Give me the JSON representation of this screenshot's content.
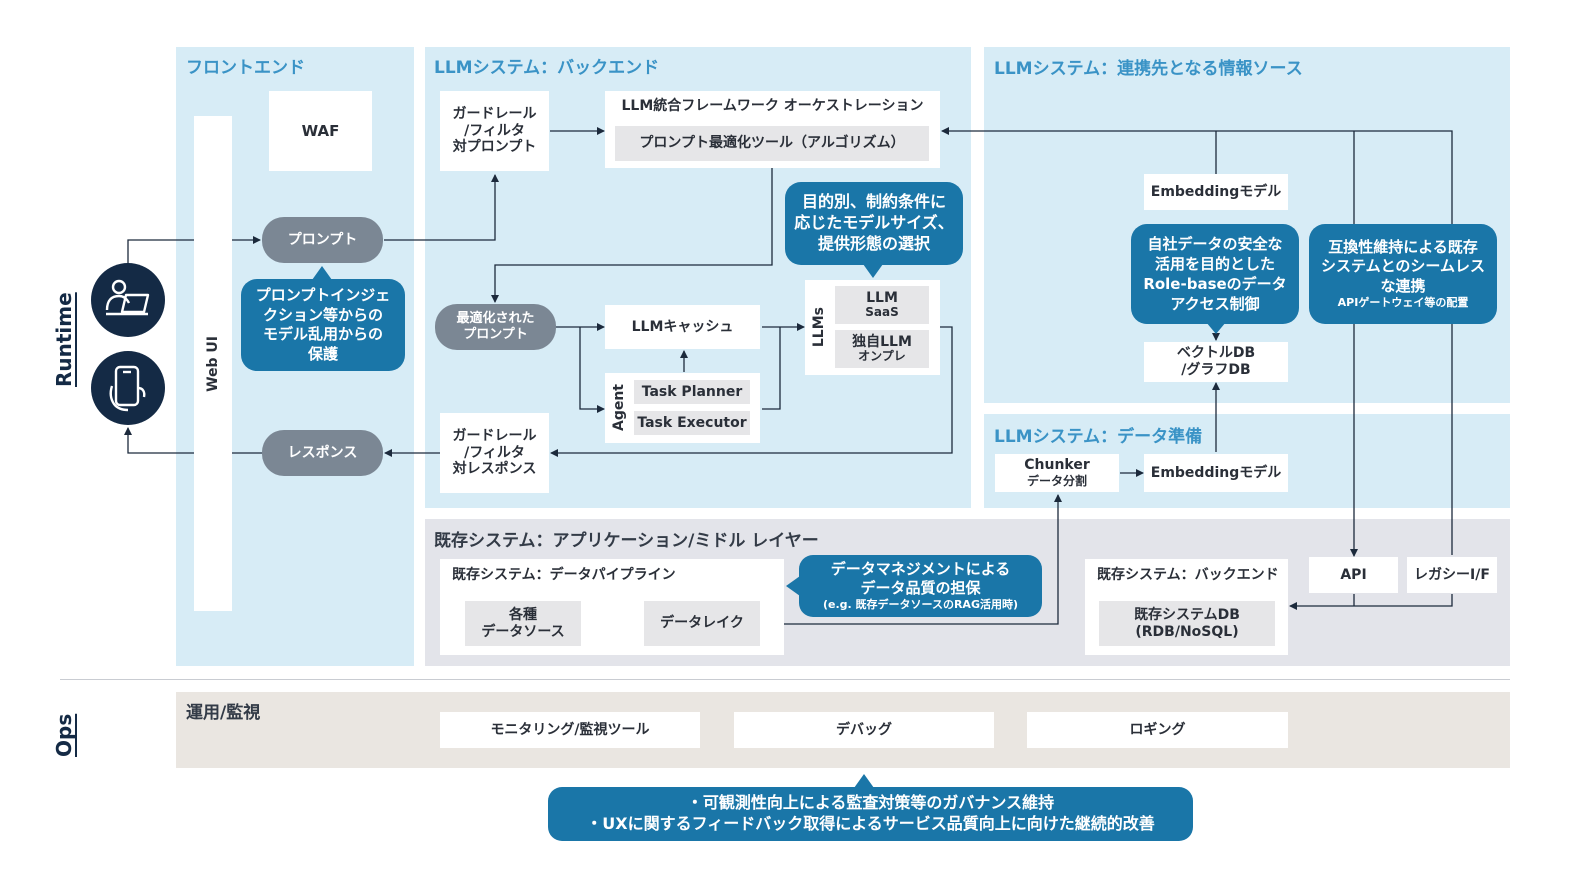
{
  "sections": {
    "runtime": "Runtime",
    "ops": "Ops"
  },
  "frontend": {
    "title": "フロントエンド",
    "waf": "WAF",
    "webui": "Web UI",
    "prompt": "プロンプト",
    "response": "レスポンス",
    "callout": [
      "プロンプトインジェ",
      "クション等からの",
      "モデル乱用からの",
      "保護"
    ]
  },
  "backend": {
    "title": "LLMシステム：バックエンド",
    "guard_prompt": [
      "ガードレール",
      "/フィルタ",
      "対プロンプト"
    ],
    "guard_response": [
      "ガードレール",
      "/フィルタ",
      "対レスポンス"
    ],
    "orch_title": "LLM統合フレームワーク オーケストレーション",
    "orch_tool": "プロンプト最適化ツール（アルゴリズム）",
    "optimized": [
      "最適化された",
      "プロンプト"
    ],
    "cache": "LLMキャッシュ",
    "agent": "Agent",
    "planner": "Task Planner",
    "executor": "Task Executor",
    "llms_label": "LLMs",
    "llm_saas": [
      "LLM",
      "SaaS"
    ],
    "llm_own": [
      "独自LLM",
      "オンプレ"
    ],
    "callout": [
      "目的別、制約条件に",
      "応じたモデルサイズ、",
      "提供形態の選択"
    ]
  },
  "sources": {
    "title": "LLMシステム：連携先となる情報ソース",
    "embedding": "Embeddingモデル",
    "vector": [
      "ベクトルDB",
      "/グラフDB"
    ],
    "callout1": [
      "自社データの安全な",
      "活用を目的とした",
      "Role-baseのデータ",
      "アクセス制御"
    ],
    "callout2": [
      "互換性維持による既存",
      "システムとのシームレス",
      "な連携"
    ],
    "callout2_sub": "APIゲートウェイ等の配置"
  },
  "prep": {
    "title": "LLMシステム：データ準備",
    "chunker": "Chunker",
    "chunker_sub": "データ分割",
    "embedding": "Embeddingモデル"
  },
  "existing": {
    "title": "既存システム：アプリケーション/ミドル レイヤー",
    "pipeline_title": "既存システム：データパイプライン",
    "sources": [
      "各種",
      "データソース"
    ],
    "lake": "データレイク",
    "callout": [
      "データマネジメントによる",
      "データ品質の担保"
    ],
    "callout_sub": "(e.g. 既存データソースのRAG活用時)",
    "backend_title": "既存システム：バックエンド",
    "db": [
      "既存システムDB",
      "(RDB/NoSQL)"
    ],
    "api": "API",
    "legacy": "レガシーI/F"
  },
  "ops": {
    "title": "運用/監視",
    "monitoring": "モニタリング/監視ツール",
    "debug": "デバッグ",
    "logging": "ロギング",
    "callout": [
      "・可観測性向上による監査対策等のガバナンス維持",
      "・UXに関するフィードバック取得によるサービス品質向上に向けた継続的改善"
    ]
  },
  "colors": {
    "panel_light": "#d7ecf6",
    "panel_gray": "#e3e4ea",
    "panel_beige": "#eae6e1",
    "callout": "#1a76a8",
    "title_blue": "#3a93c6",
    "user_circle": "#142a45"
  }
}
